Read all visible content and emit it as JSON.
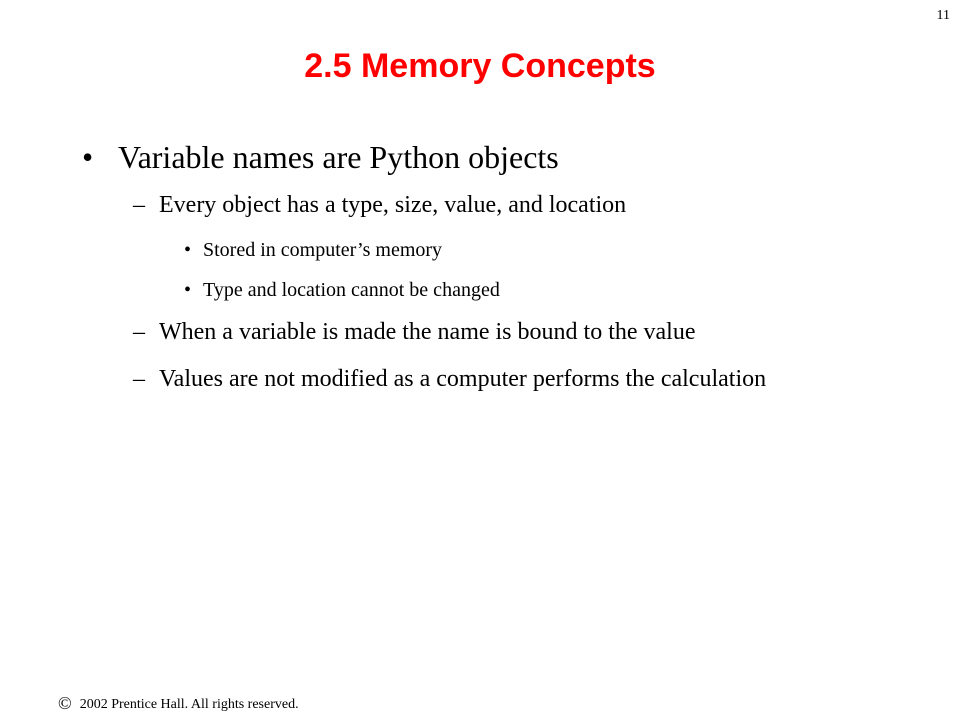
{
  "slide": {
    "number": "11",
    "title": "2.5  Memory Concepts"
  },
  "content": {
    "bullet_1": "Variable names are Python objects",
    "sub_1": "Every object has a type, size, value, and location",
    "sub_1_item_1": "Stored in computer’s memory",
    "sub_1_item_2": "Type and location cannot be changed",
    "sub_2": "When a variable is made the name is bound to the value",
    "sub_3": "Values are not modified as a computer performs the calculation"
  },
  "footer": {
    "copyright_symbol": "©",
    "text": "2002 Prentice Hall.  All rights reserved."
  }
}
